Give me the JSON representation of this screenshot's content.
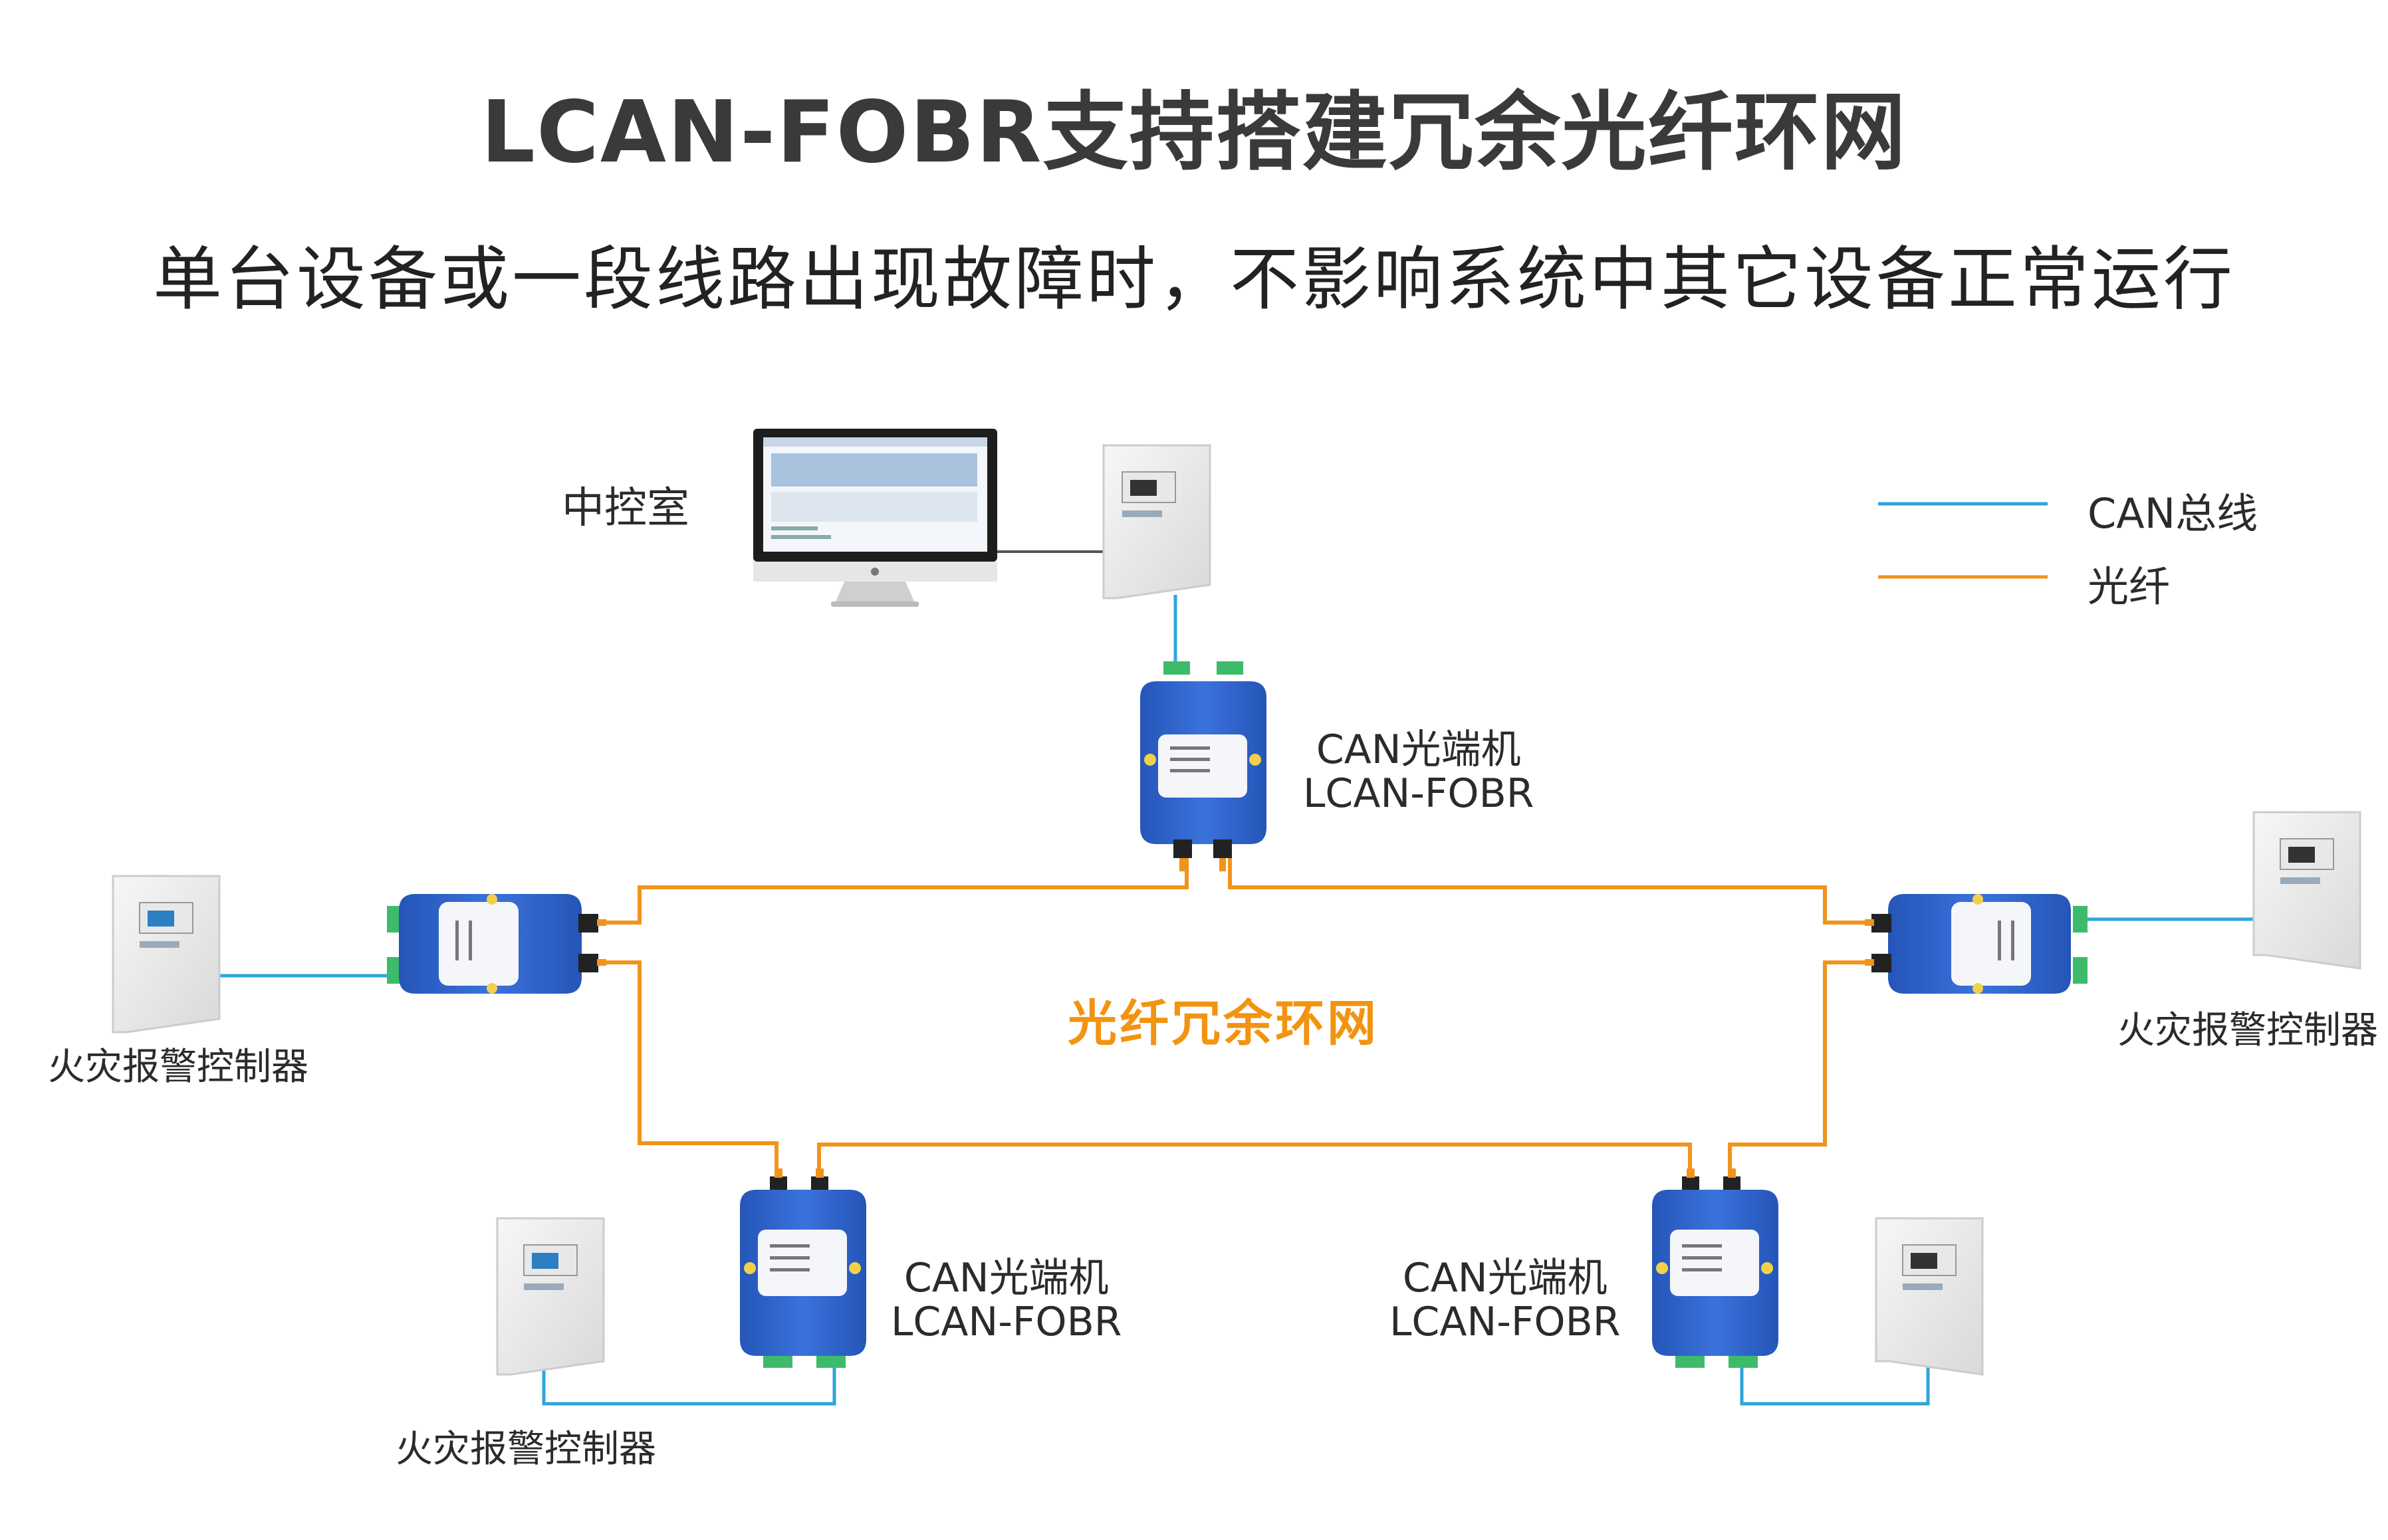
{
  "title": "LCAN-FOBR支持搭建冗余光纤环网",
  "subtitle": "单台设备或一段线路出现故障时，不影响系统中其它设备正常运行",
  "legend": [
    {
      "label": "CAN总线",
      "color": "#2ea6da"
    },
    {
      "label": "光纤",
      "color": "#f2931c"
    }
  ],
  "control_room": "中控室",
  "ring_label": "光纤冗余环网",
  "devices": {
    "top": {
      "line1": "CAN光端机",
      "line2": "LCAN-FOBR"
    },
    "bottom_left": {
      "line1": "CAN光端机",
      "line2": "LCAN-FOBR"
    },
    "bottom_right": {
      "line1": "CAN光端机",
      "line2": "LCAN-FOBR"
    }
  },
  "controllers": {
    "left": "火灾报警控制器",
    "right": "火灾报警控制器",
    "bottom": "火灾报警控制器"
  },
  "colors": {
    "can_bus": "#2ea6da",
    "fiber": "#f2931c",
    "device_blue": "#2f63c8",
    "connector_green": "#3dbb6b"
  }
}
